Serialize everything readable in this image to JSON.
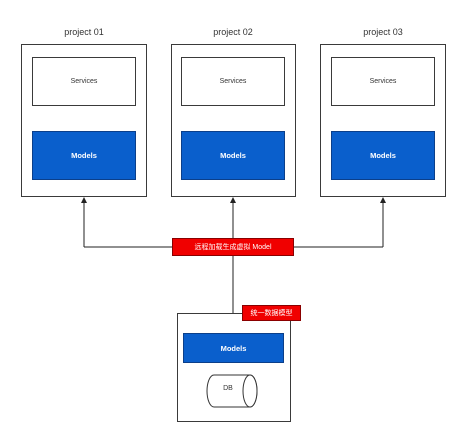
{
  "projects": [
    {
      "title": "project 01",
      "services_label": "Services",
      "models_label": "Models"
    },
    {
      "title": "project 02",
      "services_label": "Services",
      "models_label": "Models"
    },
    {
      "title": "project 03",
      "services_label": "Services",
      "models_label": "Models"
    }
  ],
  "remote_tag": "远程加载生成虚拟 Model",
  "unified_tag": "统一数据模型",
  "central": {
    "models_label": "Models",
    "db_label": "DB"
  },
  "colors": {
    "models_fill": "#0a5fcc",
    "tag_fill": "#f00000",
    "line": "#333333"
  }
}
